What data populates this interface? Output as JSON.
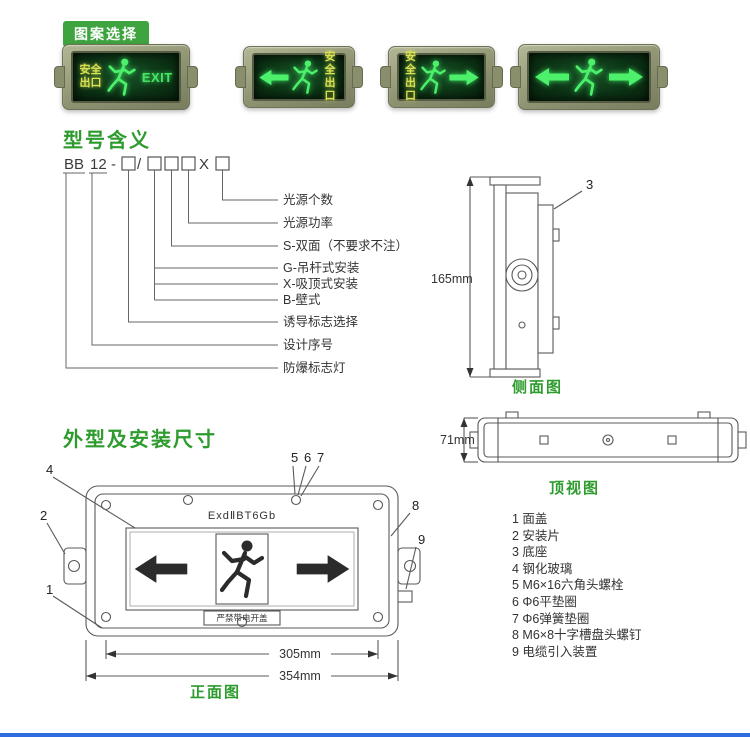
{
  "colors": {
    "accent_green": "#2e9b2e",
    "badge_green": "#3fa43f",
    "glow_green": "#4df06a",
    "screen_yellow": "#d9e153",
    "line_gray": "#5a5a5a",
    "bottom_bar_blue": "#2e6de0"
  },
  "pattern_section": {
    "badge": "图案选择",
    "sign_cn": "安全出口",
    "sign_en": "EXIT"
  },
  "model_section": {
    "heading": "型号含义",
    "code_prefix": "BB",
    "code_serial": "12",
    "code_dash": "-",
    "code_slash": "/",
    "code_x": "X",
    "labels": [
      "光源个数",
      "光源功率",
      "S-双面（不要求不注）",
      "G-吊杆式安装",
      "X-吸顶式安装",
      "B-壁式",
      "诱导标志选择",
      "设计序号",
      "防爆标志灯"
    ]
  },
  "side_view": {
    "dim_height": "165mm",
    "part_no": "3",
    "caption": "侧面图"
  },
  "top_view": {
    "dim_height": "71mm",
    "caption": "顶视图"
  },
  "outline_section": {
    "heading": "外型及安装尺寸",
    "marking": "ExdⅡBT6Gb",
    "warning": "严禁带电开盖",
    "dim_inner": "305mm",
    "dim_outer": "354mm",
    "caption": "正面图",
    "callout_1": "1",
    "callout_2": "2",
    "callout_4": "4",
    "callout_5": "5",
    "callout_6": "6",
    "callout_7": "7",
    "callout_8": "8",
    "callout_9": "9"
  },
  "parts_list": {
    "items": [
      "1 面盖",
      "2 安装片",
      "3 底座",
      "4 钢化玻璃",
      "5 M6×16六角头螺栓",
      "6 Φ6平垫圈",
      "7 Φ6弹簧垫圈",
      "8 M6×8十字槽盘头螺钉",
      "9 电缆引入装置"
    ]
  }
}
